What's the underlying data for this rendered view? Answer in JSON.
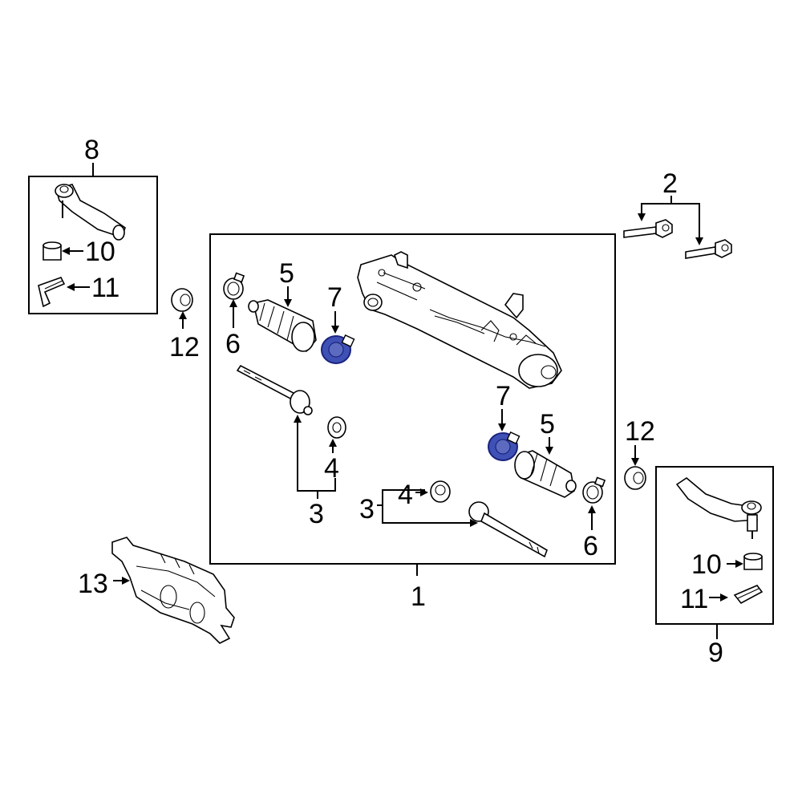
{
  "colors": {
    "background": "#ffffff",
    "line": "#000000",
    "highlight_fill": "#3f51b5",
    "highlight_stroke": "#1a237e"
  },
  "callouts": {
    "c1": "1",
    "c2": "2",
    "c3_left": "3",
    "c3_right": "3",
    "c4_left": "4",
    "c4_right": "4",
    "c5_left": "5",
    "c5_right": "5",
    "c6_left": "6",
    "c6_right": "6",
    "c7_left": "7",
    "c7_right": "7",
    "c8": "8",
    "c9": "9",
    "c10_left": "10",
    "c10_right": "10",
    "c11_left": "11",
    "c11_right": "11",
    "c12_left": "12",
    "c12_right": "12",
    "c13": "13"
  },
  "highlighted_parts": [
    "7"
  ]
}
